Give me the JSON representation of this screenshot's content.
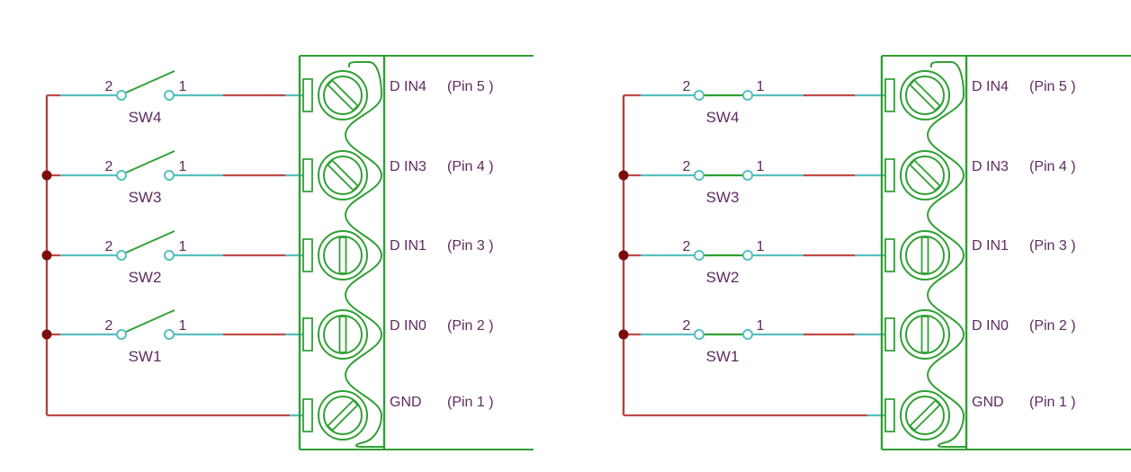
{
  "colors": {
    "symbol_green": "#30A033",
    "wire_teal": "#58BEBE",
    "wire_red": "#BE4B47",
    "bus_red": "#AA4543",
    "junction_dot": "#7D0C0C",
    "label_purple": "#5E2B60",
    "background": "#FFFFFF"
  },
  "diagrams": [
    {
      "name": "switches-open",
      "state": "open",
      "switches": [
        {
          "name": "SW4",
          "terminal_left": "2",
          "terminal_right": "1"
        },
        {
          "name": "SW3",
          "terminal_left": "2",
          "terminal_right": "1"
        },
        {
          "name": "SW2",
          "terminal_left": "2",
          "terminal_right": "1"
        },
        {
          "name": "SW1",
          "terminal_left": "2",
          "terminal_right": "1"
        }
      ],
      "connector_ports": [
        {
          "signal": "D IN4",
          "pin": "(Pin 5 )"
        },
        {
          "signal": "D IN3",
          "pin": "(Pin 4 )"
        },
        {
          "signal": "D IN1",
          "pin": "(Pin 3 )"
        },
        {
          "signal": "D IN0",
          "pin": "(Pin 2 )"
        },
        {
          "signal": "GND",
          "pin": "(Pin 1 )"
        }
      ]
    },
    {
      "name": "switches-closed",
      "state": "closed",
      "switches": [
        {
          "name": "SW4",
          "terminal_left": "2",
          "terminal_right": "1"
        },
        {
          "name": "SW3",
          "terminal_left": "2",
          "terminal_right": "1"
        },
        {
          "name": "SW2",
          "terminal_left": "2",
          "terminal_right": "1"
        },
        {
          "name": "SW1",
          "terminal_left": "2",
          "terminal_right": "1"
        }
      ],
      "connector_ports": [
        {
          "signal": "D IN4",
          "pin": "(Pin 5 )"
        },
        {
          "signal": "D IN3",
          "pin": "(Pin 4 )"
        },
        {
          "signal": "D IN1",
          "pin": "(Pin 3 )"
        },
        {
          "signal": "D IN0",
          "pin": "(Pin 2 )"
        },
        {
          "signal": "GND",
          "pin": "(Pin 1 )"
        }
      ]
    }
  ]
}
